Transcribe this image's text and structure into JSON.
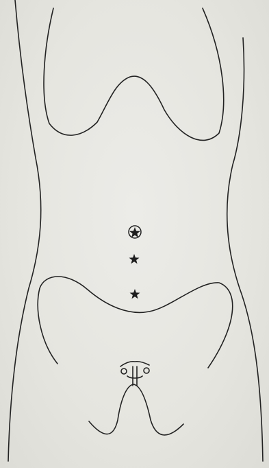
{
  "diagram": {
    "markers": [
      {
        "shape": "star",
        "circled": true
      },
      {
        "shape": "star",
        "circled": false
      },
      {
        "shape": "star",
        "circled": false
      }
    ],
    "colors": {
      "paper": "#e7e7e2",
      "ink": "#222222"
    }
  }
}
